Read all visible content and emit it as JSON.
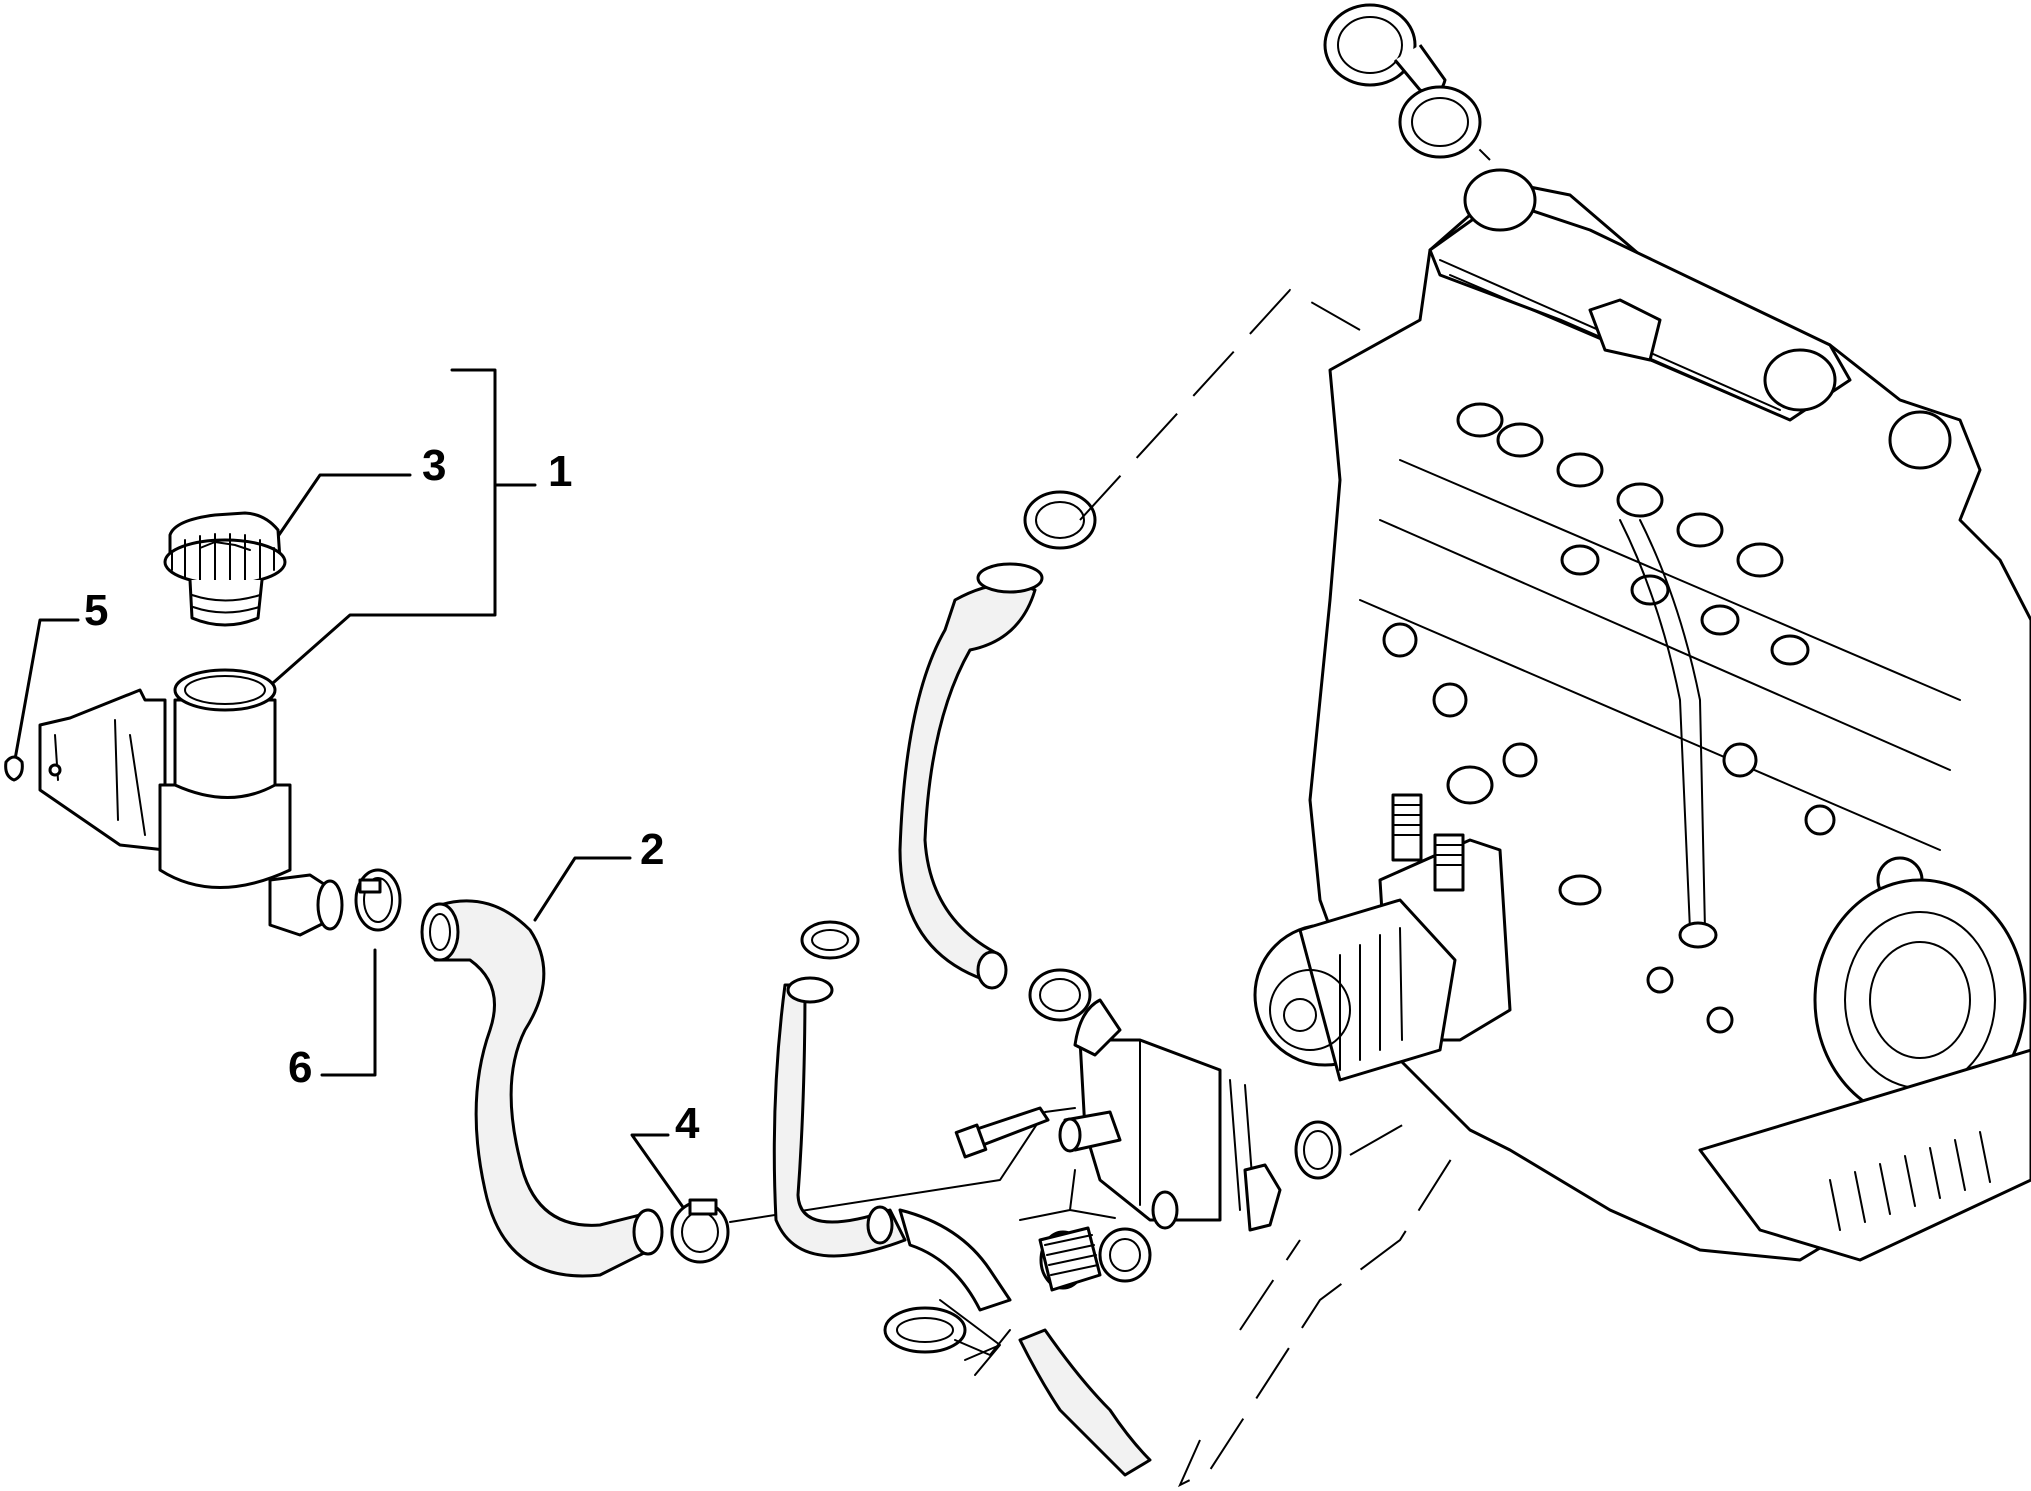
{
  "callouts": {
    "c1": "1",
    "c2": "2",
    "c3": "3",
    "c4": "4",
    "c5": "5",
    "c6": "6"
  },
  "palette": {
    "line": "#000000",
    "background": "#ffffff"
  },
  "icons": {
    "cap": "oil-filler-cap",
    "tank": "oil-reservoir",
    "engine": "engine-block"
  }
}
